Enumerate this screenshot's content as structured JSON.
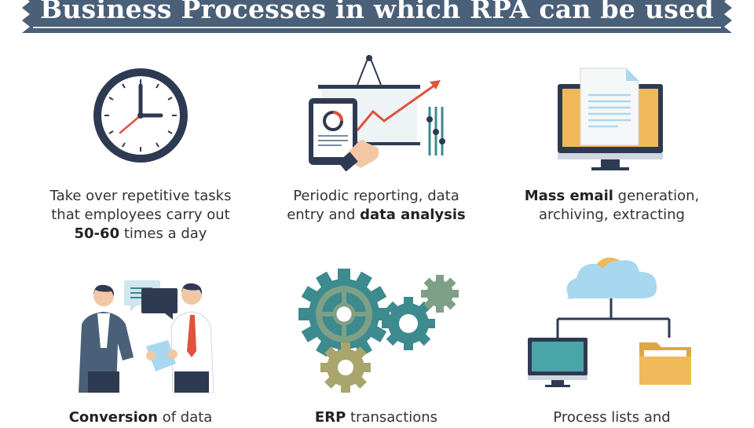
{
  "title": "Business Processes in which RPA can be used",
  "colors": {
    "banner": "#4a5f78",
    "dark_navy": "#2e3a52",
    "teal": "#3d8a8f",
    "red": "#e0523c",
    "gear_sage": "#7ea087",
    "gear_olive": "#a9a56d",
    "cloud_blue": "#a8d8f0",
    "folder_yellow": "#f0b95a"
  },
  "items": [
    {
      "icon": "clock-icon",
      "lines": [
        [
          {
            "t": "Take over repetitive tasks",
            "b": false
          }
        ],
        [
          {
            "t": "that employees carry out",
            "b": false
          }
        ],
        [
          {
            "t": "50-60",
            "b": true
          },
          {
            "t": " times a day",
            "b": false
          }
        ]
      ]
    },
    {
      "icon": "report-chart-icon",
      "lines": [
        [
          {
            "t": "Periodic reporting, data",
            "b": false
          }
        ],
        [
          {
            "t": "entry and ",
            "b": false
          },
          {
            "t": "data analysis",
            "b": true
          }
        ]
      ]
    },
    {
      "icon": "email-monitor-icon",
      "lines": [
        [
          {
            "t": "Mass email",
            "b": true
          },
          {
            "t": " generation,",
            "b": false
          }
        ],
        [
          {
            "t": "archiving, extracting",
            "b": false
          }
        ]
      ]
    },
    {
      "icon": "people-conversation-icon",
      "lines": [
        [
          {
            "t": "Conversion",
            "b": true
          },
          {
            "t": " of data",
            "b": false
          }
        ]
      ]
    },
    {
      "icon": "gears-icon",
      "lines": [
        [
          {
            "t": "ERP",
            "b": true
          },
          {
            "t": " transactions",
            "b": false
          }
        ]
      ]
    },
    {
      "icon": "cloud-network-icon",
      "lines": [
        [
          {
            "t": "Process lists and",
            "b": false
          }
        ]
      ]
    }
  ]
}
